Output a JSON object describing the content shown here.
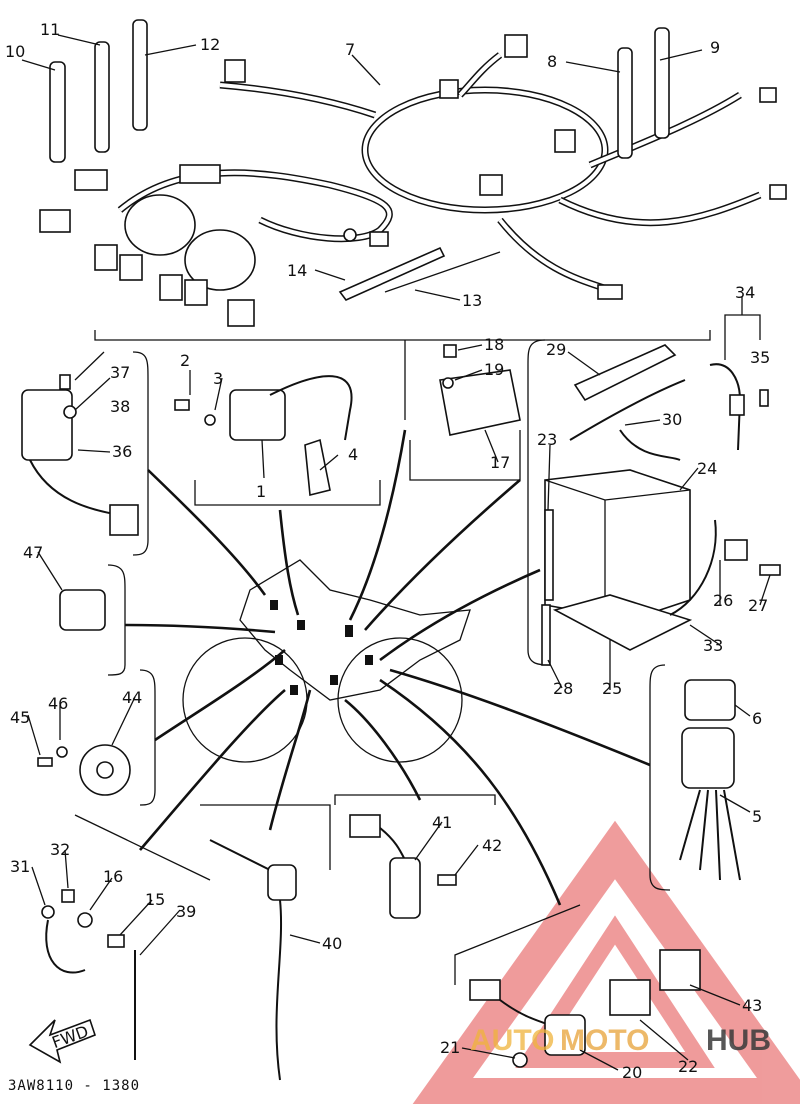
{
  "diagram_code": "3AW8110 - 1380",
  "direction_label": "FWD",
  "watermark": {
    "brand_auto": "AUTO",
    "brand_moto": "MOTO",
    "brand_hub": "HUB",
    "colors": {
      "triangle": "#e24b4b",
      "auto": "#f0b43c",
      "moto": "#e8a238",
      "hub": "#3a3a3a"
    }
  },
  "callouts": [
    "1",
    "2",
    "3",
    "4",
    "5",
    "6",
    "7",
    "8",
    "9",
    "10",
    "11",
    "12",
    "13",
    "14",
    "15",
    "16",
    "17",
    "18",
    "19",
    "20",
    "21",
    "22",
    "23",
    "24",
    "25",
    "26",
    "27",
    "28",
    "29",
    "30",
    "31",
    "32",
    "33",
    "34",
    "35",
    "36",
    "37",
    "38",
    "39",
    "40",
    "41",
    "42",
    "43",
    "44",
    "45",
    "46",
    "47"
  ]
}
